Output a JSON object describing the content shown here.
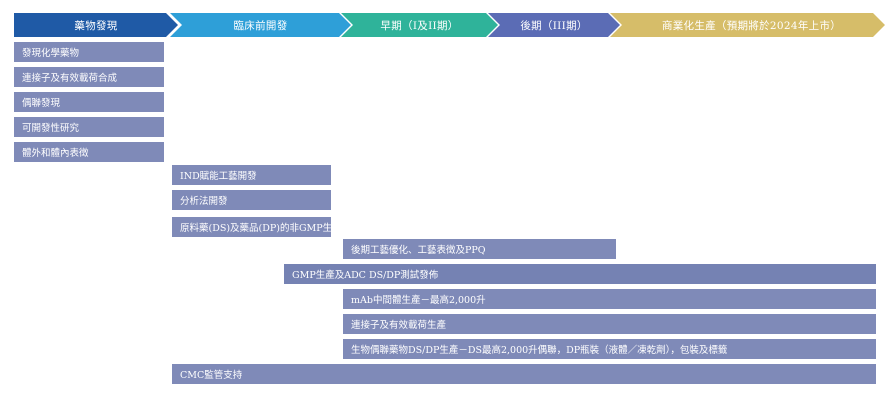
{
  "stages": [
    {
      "label": "藥物發現",
      "color": "#1f5aa6"
    },
    {
      "label": "臨床前開發",
      "color": "#2e9fd8"
    },
    {
      "label": "早期（I及II期）",
      "color": "#2fb39a"
    },
    {
      "label": "後期（III期）",
      "color": "#5b6cb5"
    },
    {
      "label": "商業化生產（預期將於2024年上市）",
      "color": "#d6bd69"
    }
  ],
  "bars": [
    {
      "label": "發現化學藥物"
    },
    {
      "label": "連接子及有效載荷合成"
    },
    {
      "label": "偶聯發現"
    },
    {
      "label": "可開發性研究"
    },
    {
      "label": "體外和體內表徵"
    },
    {
      "label": "IND賦能工藝開發"
    },
    {
      "label": "分析法開發"
    },
    {
      "label": "原料藥(DS)及藥品(DP)的非GMP生產"
    },
    {
      "label": "後期工藝優化、工藝表徵及PPQ"
    },
    {
      "label": "GMP生產及ADC DS/DP測試發佈"
    },
    {
      "label": "mAb中間體生產－最高2,000升"
    },
    {
      "label": "連接子及有效載荷生產"
    },
    {
      "label": "生物偶聯藥物DS/DP生產－DS最高2,000升偶聯，DP瓶裝（液體／凍乾劑），包裝及標籤"
    },
    {
      "label": "CMC監管支持"
    }
  ],
  "colors": {
    "bar": "#7f8ab8"
  }
}
